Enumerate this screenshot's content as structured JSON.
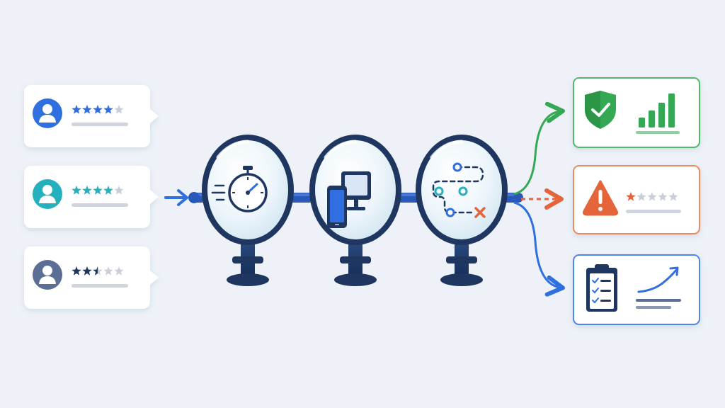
{
  "colors": {
    "background": "#eef2f8",
    "navy": "#1e3660",
    "blue": "#2f6fe0",
    "teal": "#25b0bd",
    "slate": "#5b6e94",
    "green": "#35a853",
    "orange": "#e5643a",
    "star_empty": "#c9cfd9",
    "skeleton_line": "#cfd5de",
    "panel_border_green": "#52b96a",
    "panel_border_orange": "#ee8a64",
    "panel_border_blue": "#4f86ee"
  },
  "reviews": [
    {
      "avatar_color": "#2f6fe0",
      "star_color": "#2f6fe0",
      "rating": 4,
      "max": 5
    },
    {
      "avatar_color": "#25b0bd",
      "star_color": "#25b0bd",
      "rating": 4,
      "max": 5
    },
    {
      "avatar_color": "#5b6e94",
      "star_color": "#1e3660",
      "rating": 2.5,
      "max": 5
    }
  ],
  "lenses": [
    {
      "icon": "stopwatch-icon"
    },
    {
      "icon": "devices-icon"
    },
    {
      "icon": "user-journey-icon"
    }
  ],
  "outcomes": [
    {
      "kind": "positive",
      "icons": [
        "shield-check-icon",
        "bar-chart-icon"
      ],
      "border": "#52b96a"
    },
    {
      "kind": "warning",
      "icons": [
        "warning-triangle-icon"
      ],
      "rating": 1,
      "max": 5,
      "star_color": "#e5643a",
      "border": "#ee8a64"
    },
    {
      "kind": "report",
      "icons": [
        "clipboard-checklist-icon",
        "trend-up-icon"
      ],
      "border": "#4f86ee"
    }
  ]
}
